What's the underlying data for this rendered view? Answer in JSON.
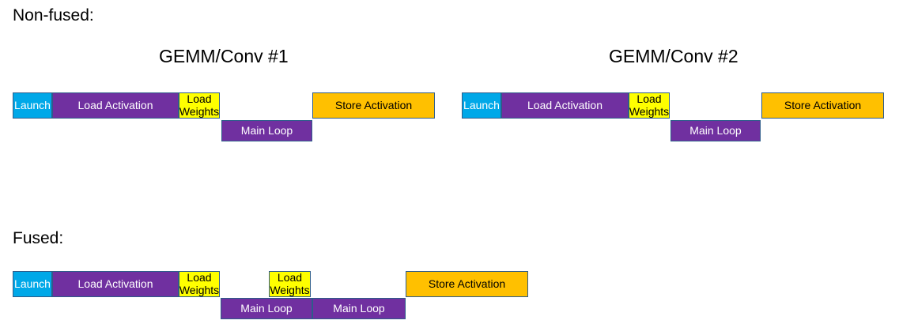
{
  "colors": {
    "launch_fill": "#00A8E8",
    "purple_fill": "#7030A0",
    "weights_fill": "#FFFF00",
    "store_fill": "#FFC000",
    "outline": "#2E5C8A",
    "background": "#FFFFFF",
    "light_text": "#FFFFFF",
    "dark_text": "#000000"
  },
  "non_fused": {
    "heading": "Non-fused:",
    "sections": [
      {
        "title": "GEMM/Conv #1",
        "blocks": {
          "launch": "Launch",
          "load_activation": "Load Activation",
          "load_weights": "Load Weights",
          "main_loop": "Main Loop",
          "store_activation": "Store Activation"
        }
      },
      {
        "title": "GEMM/Conv #2",
        "blocks": {
          "launch": "Launch",
          "load_activation": "Load Activation",
          "load_weights": "Load Weights",
          "main_loop": "Main Loop",
          "store_activation": "Store Activation"
        }
      }
    ]
  },
  "fused": {
    "heading": "Fused:",
    "blocks": {
      "launch": "Launch",
      "load_activation": "Load Activation",
      "load_weights_1": "Load Weights",
      "main_loop_1": "Main Loop",
      "load_weights_2": "Load Weights",
      "main_loop_2": "Main Loop",
      "store_activation": "Store Activation"
    }
  }
}
